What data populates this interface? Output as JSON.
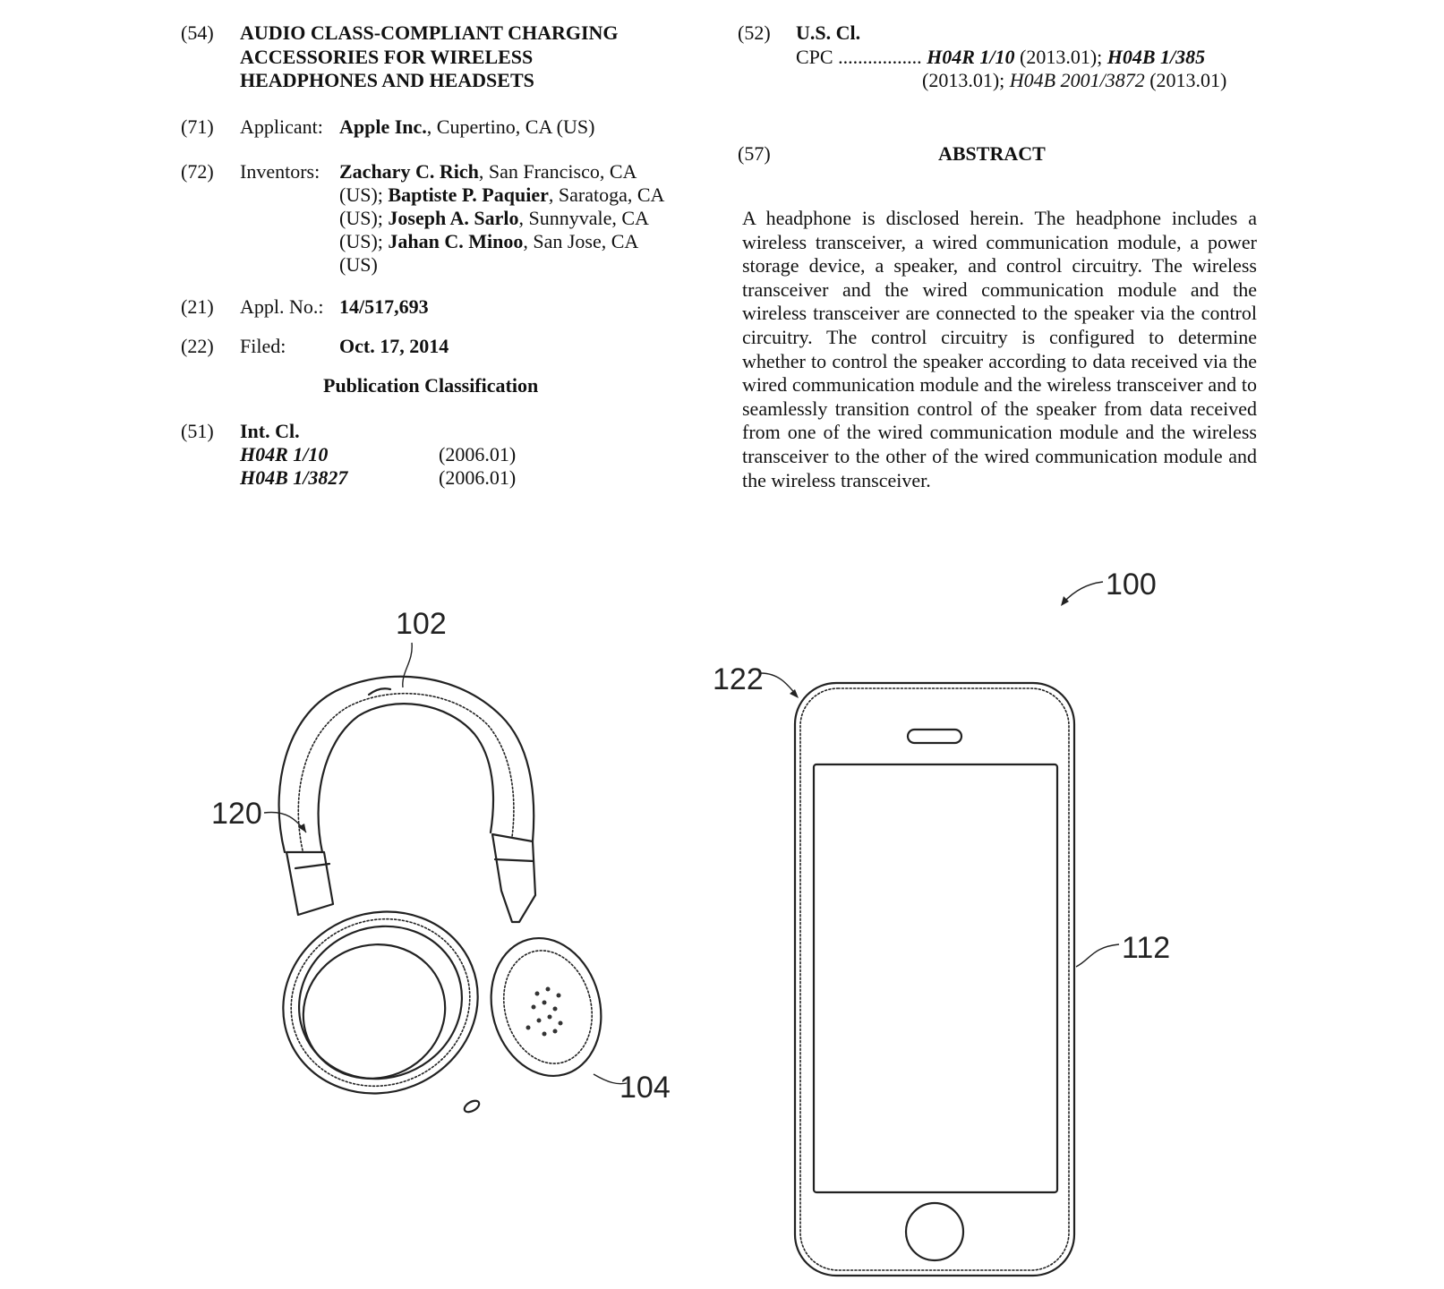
{
  "fields": {
    "title": {
      "code": "(54)",
      "lines": [
        "AUDIO CLASS-COMPLIANT CHARGING",
        "ACCESSORIES FOR WIRELESS",
        "HEADPHONES AND HEADSETS"
      ]
    },
    "applicant": {
      "code": "(71)",
      "label": "Applicant:",
      "name": "Apple Inc.",
      "location": ", Cupertino, CA (US)"
    },
    "inventors": {
      "code": "(72)",
      "label": "Inventors:",
      "line1_name": "Zachary C. Rich",
      "line1_rest": ", San Francisco, CA",
      "line2_pre": "(US); ",
      "line2_name": "Baptiste P. Paquier",
      "line2_rest": ", Saratoga, CA",
      "line3_pre": "(US); ",
      "line3_name": "Joseph A. Sarlo",
      "line3_rest": ", Sunnyvale, CA",
      "line4_pre": "(US); ",
      "line4_name": "Jahan C. Minoo",
      "line4_rest": ", San Jose, CA",
      "line5": "(US)"
    },
    "appl_no": {
      "code": "(21)",
      "label": "Appl. No.:",
      "value": "14/517,693"
    },
    "filed": {
      "code": "(22)",
      "label": "Filed:",
      "value": "Oct. 17, 2014"
    },
    "publication_classification": "Publication Classification",
    "int_cl": {
      "code": "(51)",
      "label": "Int. Cl.",
      "entries": [
        {
          "class": "H04R 1/10",
          "version": "(2006.01)"
        },
        {
          "class": "H04B 1/3827",
          "version": "(2006.01)"
        }
      ]
    },
    "us_cl": {
      "code": "(52)",
      "label": "U.S. Cl.",
      "cpc_label": "CPC",
      "dots": ".................",
      "cpc_1": "H04R 1/10",
      "cpc_1_ver": " (2013.01); ",
      "cpc_2": "H04B 1/385",
      "cpc_2_ver": "(2013.01); ",
      "cpc_3": "H04B 2001/3872",
      "cpc_3_ver": " (2013.01)"
    },
    "abstract": {
      "code": "(57)",
      "heading": "ABSTRACT",
      "text": "A headphone is disclosed herein. The headphone includes a wireless transceiver, a wired communication module, a power storage device, a speaker, and control circuitry. The wireless transceiver and the wired communication module and the wireless transceiver are connected to the speaker via the con­trol circuitry. The control circuitry is configured to determine whether to control the speaker according to data received via the wired communication module and the wireless trans­ceiver and to seamlessly transition control of the speaker from data received from one of the wired communication module and the wireless transceiver to the other of the wired commu­nication module and the wireless transceiver."
    }
  },
  "figure": {
    "labels": {
      "system": "100",
      "headband": "102",
      "earcup": "104",
      "phone": "112",
      "headband_arrow": "120",
      "phone_arrow": "122"
    }
  }
}
